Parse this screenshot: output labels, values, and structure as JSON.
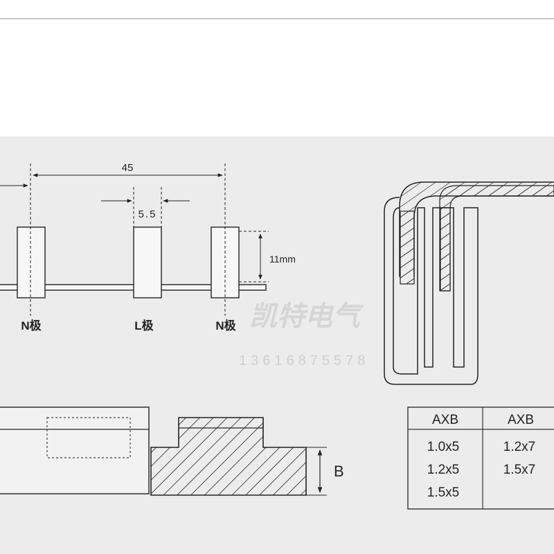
{
  "dims": {
    "pitch": "45",
    "pin_width": "5.5",
    "pin_height": "11mm",
    "thickness": "B"
  },
  "pole_labels": [
    "N极",
    "L极",
    "N极"
  ],
  "watermark": {
    "brand": "凯特电气",
    "phone": "13616875578"
  },
  "table": {
    "headers": [
      "AXB",
      "AXB"
    ],
    "col1": [
      "1.0x5",
      "1.2x5",
      "1.5x5"
    ],
    "col2": [
      "1.2x7",
      "1.5x7"
    ]
  },
  "colors": {
    "panel": "#ececec",
    "line": "#222222",
    "pin_fill": "#f7f7f7"
  }
}
